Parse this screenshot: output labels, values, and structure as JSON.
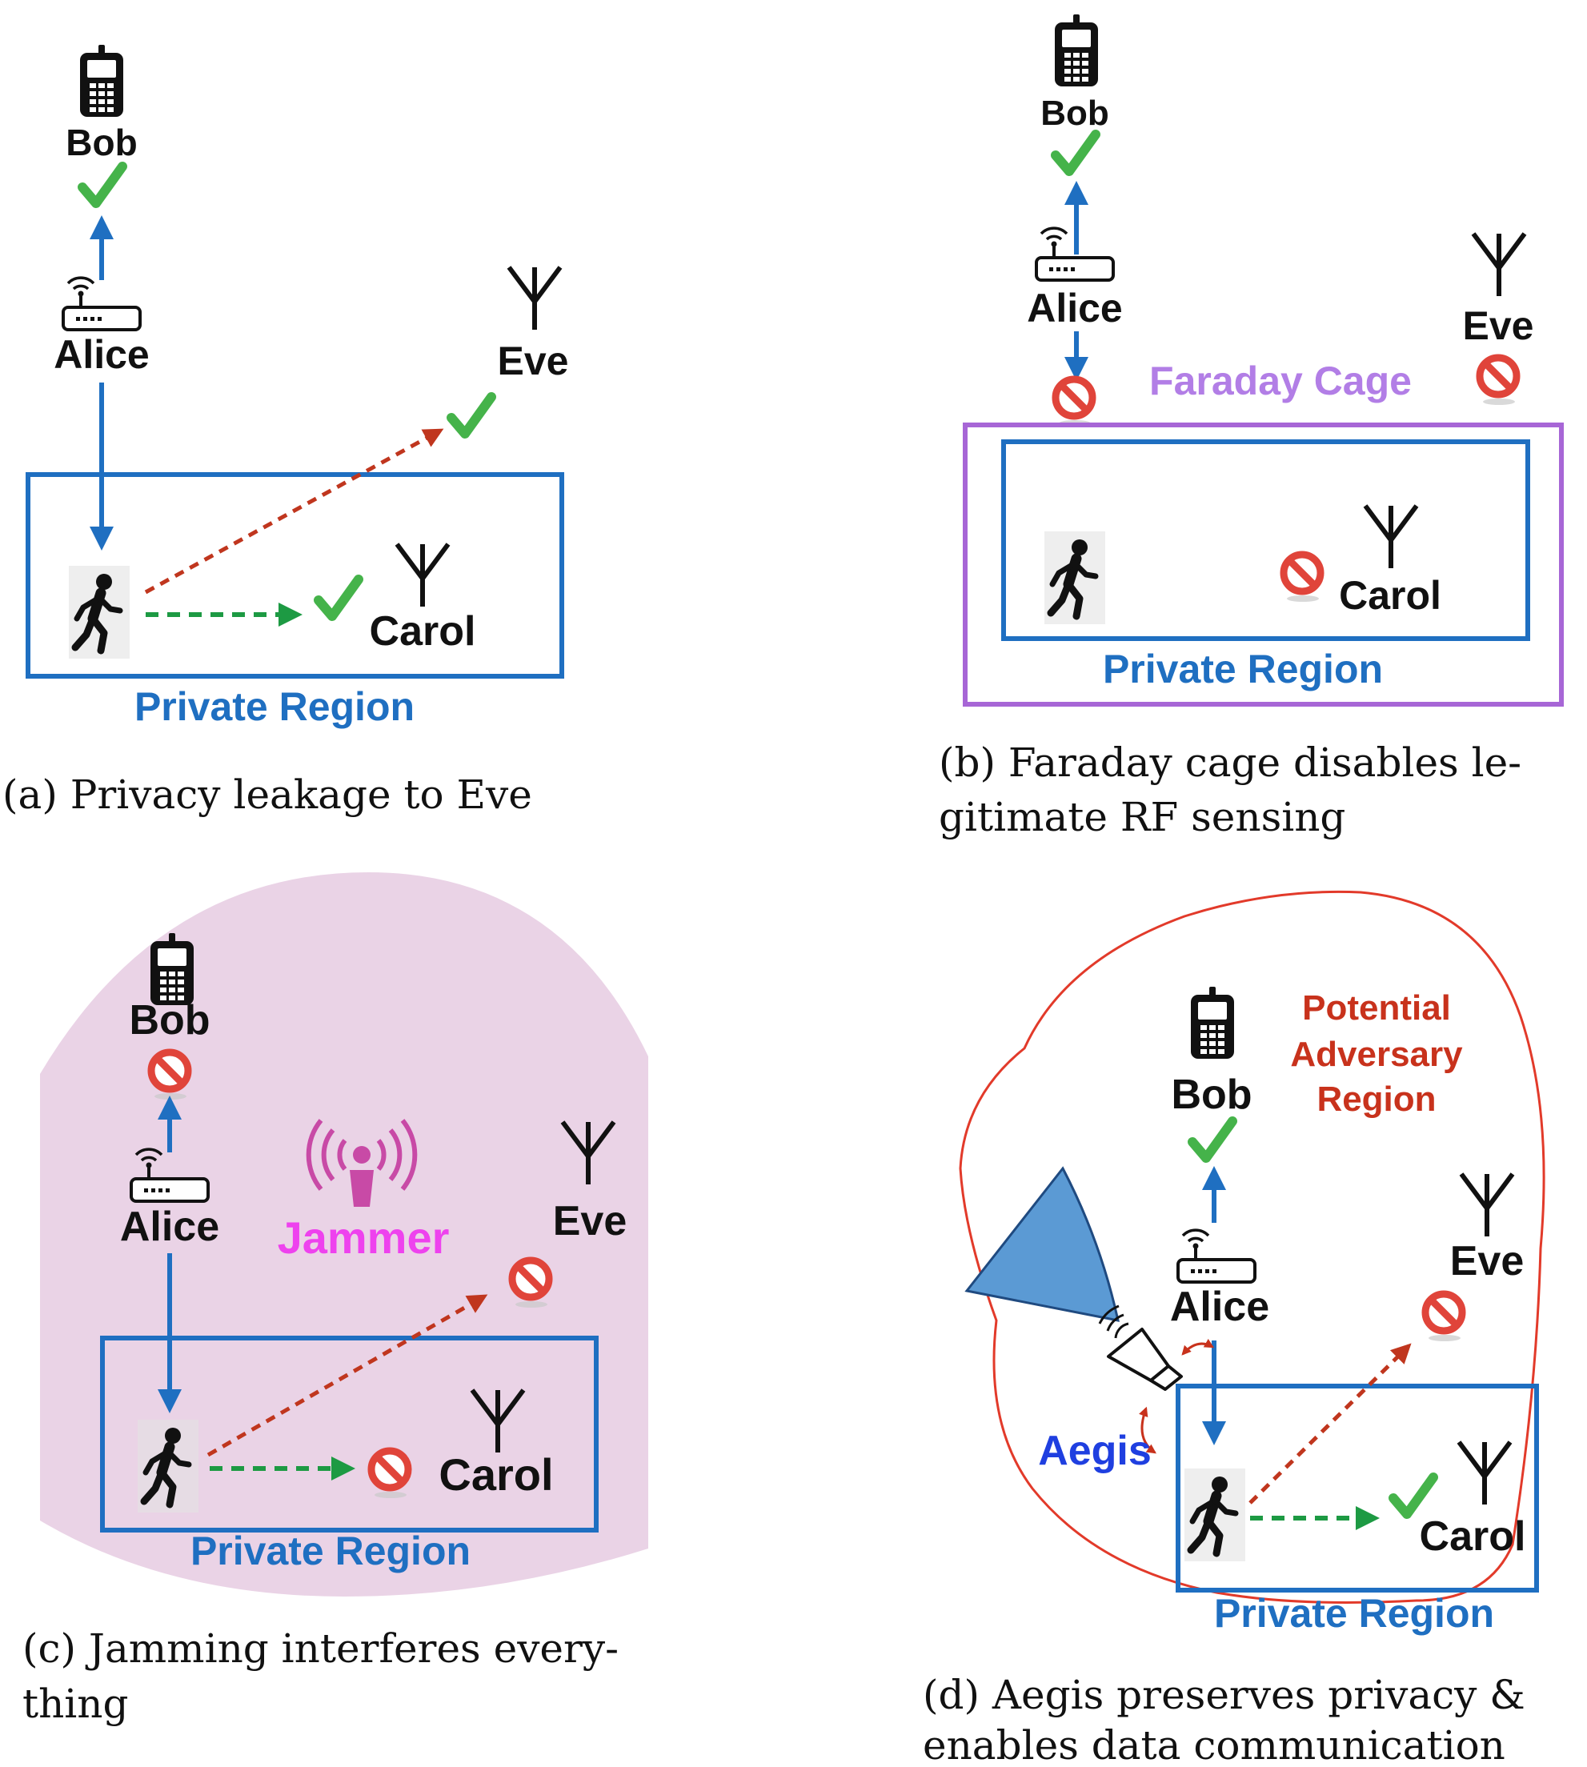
{
  "colors": {
    "link_blue": "#1f6fc1",
    "leak_red": "#c0361e",
    "sense_green": "#1d9a43",
    "check_green": "#45b34a",
    "block_red": "#e0443a",
    "region_blue": "#1f6fc1",
    "cage_purple": "#a766d6",
    "cage_label": "#b27ee6",
    "jam_fill": "#ead3e6",
    "jammer_magenta": "#c84aa6",
    "jammer_text": "#ee42ee",
    "aegis_text": "#1f3fe0",
    "adversary_red": "#c8321c",
    "aegis_beam": "#5b9ad4"
  },
  "panels": [
    {
      "id": "a",
      "labels": {
        "bob": "Bob",
        "alice": "Alice",
        "eve": "Eve",
        "carol": "Carol",
        "region": "Private Region"
      },
      "caption": [
        "(a) Privacy leakage to Eve"
      ]
    },
    {
      "id": "b",
      "labels": {
        "bob": "Bob",
        "alice": "Alice",
        "eve": "Eve",
        "carol": "Carol",
        "region": "Private Region",
        "cage": "Faraday Cage"
      },
      "caption": [
        "(b) Faraday cage disables le-",
        "gitimate RF sensing"
      ]
    },
    {
      "id": "c",
      "labels": {
        "bob": "Bob",
        "alice": "Alice",
        "eve": "Eve",
        "carol": "Carol",
        "region": "Private Region",
        "jammer": "Jammer"
      },
      "caption": [
        "(c) Jamming interferes every-",
        "thing"
      ]
    },
    {
      "id": "d",
      "labels": {
        "bob": "Bob",
        "alice": "Alice",
        "eve": "Eve",
        "carol": "Carol",
        "region": "Private Region",
        "aegis": "Aegis",
        "adversary": [
          "Potential",
          "Adversary",
          "Region"
        ]
      },
      "caption": [
        "(d) Aegis preserves privacy &",
        "enables data communication"
      ]
    }
  ]
}
